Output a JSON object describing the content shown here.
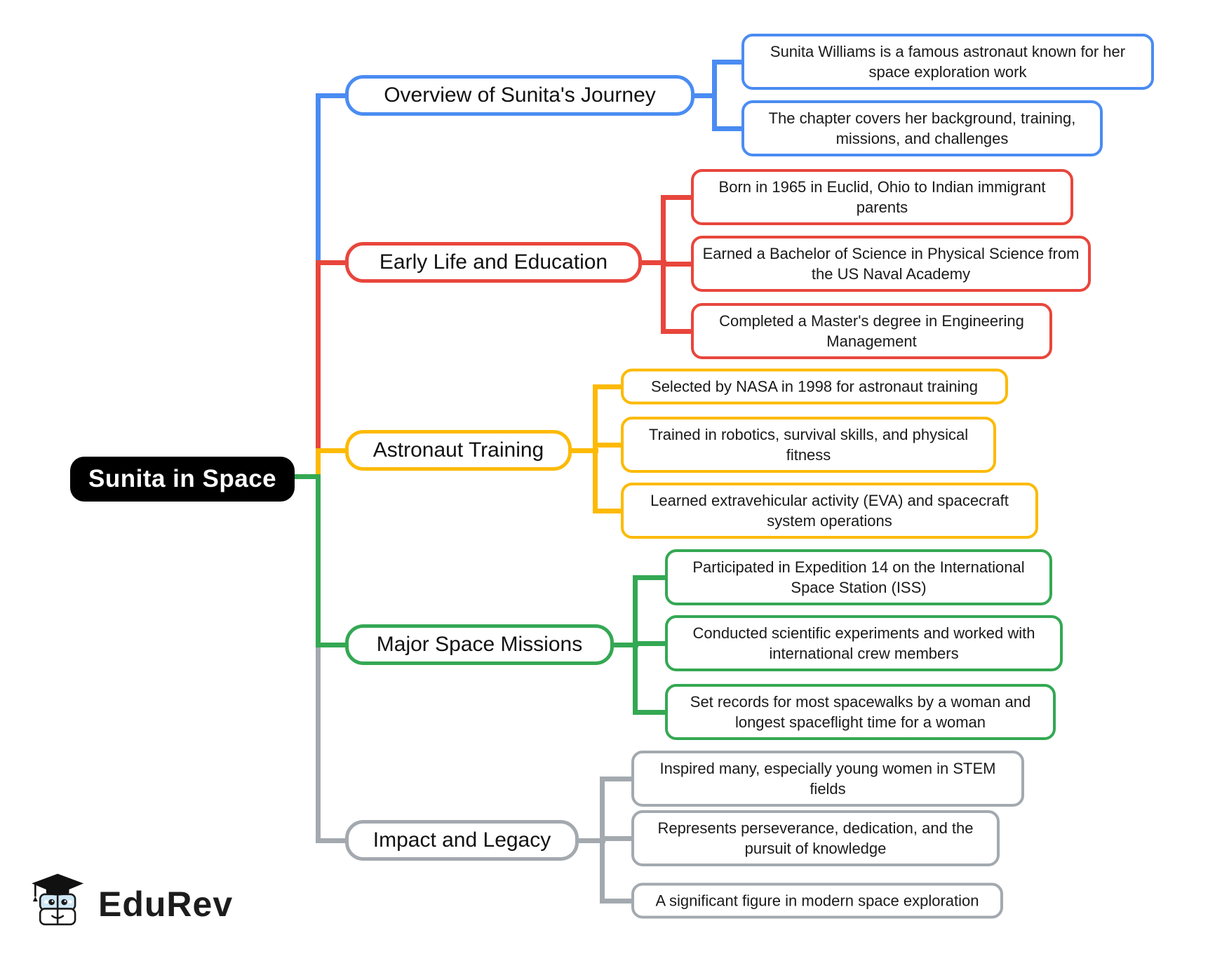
{
  "root": {
    "label": "Sunita in Space",
    "color": "#000000"
  },
  "branches": [
    {
      "label": "Overview of Sunita's Journey",
      "color": "#4a8cf2",
      "children": [
        "Sunita Williams is a famous astronaut known for her space exploration work",
        "The chapter covers her background, training, missions, and challenges"
      ]
    },
    {
      "label": "Early Life and Education",
      "color": "#e8463c",
      "children": [
        "Born in 1965 in Euclid, Ohio to Indian immigrant parents",
        "Earned a Bachelor of Science in Physical Science from the US Naval Academy",
        "Completed a Master's degree in Engineering Management"
      ]
    },
    {
      "label": "Astronaut Training",
      "color": "#fcba04",
      "children": [
        "Selected by NASA in 1998 for astronaut training",
        "Trained in robotics, survival skills, and physical fitness",
        "Learned extravehicular activity (EVA) and spacecraft system operations"
      ]
    },
    {
      "label": "Major Space Missions",
      "color": "#34a853",
      "children": [
        "Participated in Expedition 14 on the International Space Station (ISS)",
        "Conducted scientific experiments and worked with international crew members",
        "Set records for most spacewalks by a woman and longest spaceflight time for a woman"
      ]
    },
    {
      "label": "Impact and Legacy",
      "color": "#a3a9af",
      "children": [
        "Inspired many, especially young women in STEM fields",
        "Represents perseverance, dedication, and the pursuit of knowledge",
        "A significant figure in modern space exploration"
      ]
    }
  ],
  "logo": {
    "text": "EduRev"
  }
}
